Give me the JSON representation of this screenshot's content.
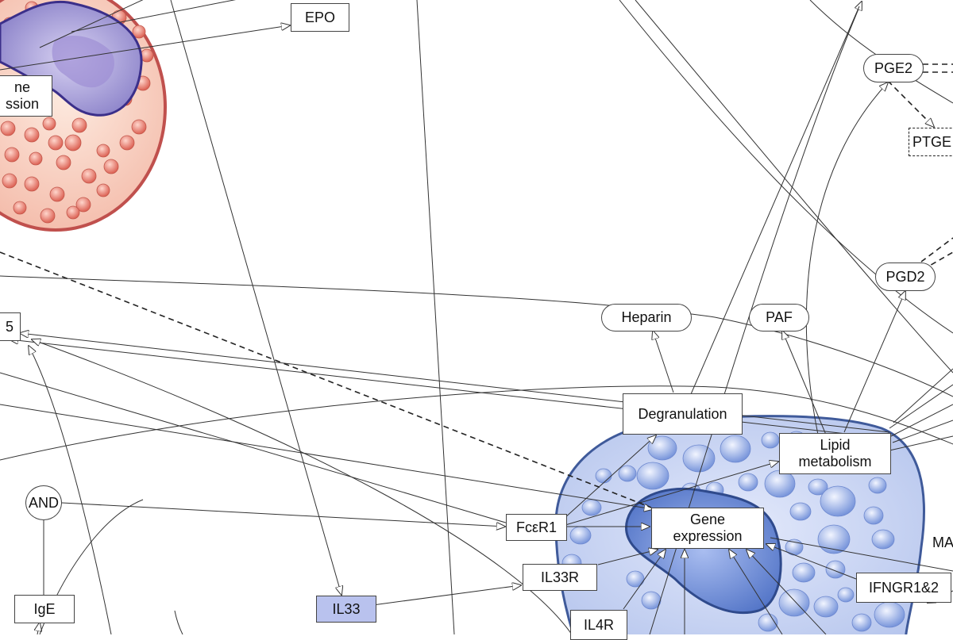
{
  "nodes": {
    "epo": "EPO",
    "gene_expression_left": "ne\nssion",
    "node_5": "5",
    "and_gate": "AND",
    "ige": "IgE",
    "il33": "IL33",
    "il33r": "IL33R",
    "il4r": "IL4R",
    "fceri": "FcεR1",
    "gene_expression_mast": "Gene\nexpression",
    "degranulation": "Degranulation",
    "heparin": "Heparin",
    "paf": "PAF",
    "lipid_metabolism": "Lipid\nmetabolism",
    "pgd2": "PGD2",
    "pge2": "PGE2",
    "ptge": "PTGE",
    "ifngr": "IFNGR1&2",
    "ma": "MA"
  },
  "cells": [
    {
      "name": "eosinophil",
      "membrane_color": "#c0504d",
      "cytoplasm_color": "#f6c9b8",
      "granule_color": "#e07a6c",
      "nucleus_color": "#8d7fc9"
    },
    {
      "name": "mast-cell",
      "membrane_color": "#3f5a9a",
      "cytoplasm_color": "#c5d1ef",
      "granule_color": "#8fa6df",
      "nucleus_color": "#5a76c8"
    }
  ],
  "colors": {
    "line": "#333333",
    "il33_fill": "#b9c2ee"
  }
}
